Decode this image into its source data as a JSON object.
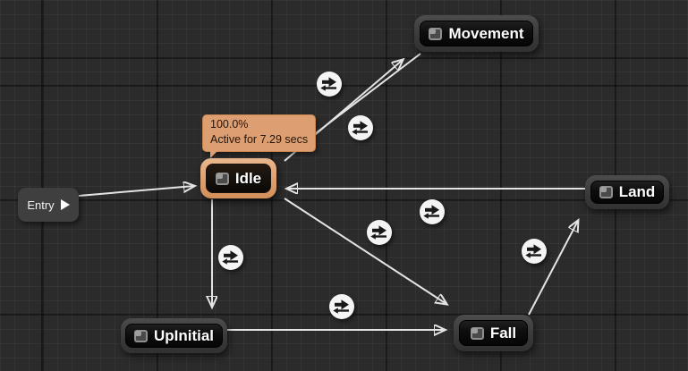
{
  "graph": {
    "entry": {
      "label": "Entry"
    },
    "states": {
      "movement": {
        "label": "Movement"
      },
      "idle": {
        "label": "Idle",
        "active": true
      },
      "land": {
        "label": "Land"
      },
      "upinitial": {
        "label": "UpInitial"
      },
      "fall": {
        "label": "Fall"
      }
    },
    "active_state_tooltip": {
      "weight": "100.0%",
      "status": "Active for 7.29 secs"
    },
    "transitions": [
      {
        "from": "Entry",
        "to": "Idle"
      },
      {
        "from": "Idle",
        "to": "Movement"
      },
      {
        "from": "Movement",
        "to": "Idle"
      },
      {
        "from": "Land",
        "to": "Idle"
      },
      {
        "from": "Idle",
        "to": "UpInitial"
      },
      {
        "from": "Idle",
        "to": "Fall"
      },
      {
        "from": "UpInitial",
        "to": "Fall"
      },
      {
        "from": "Fall",
        "to": "Land"
      }
    ]
  },
  "colors": {
    "background": "#2b2b2b",
    "grid_minor": "#343434",
    "grid_major": "#1c1c1c",
    "wire": "#e4e4e4",
    "node_body": "#3a3a3a",
    "node_inner": "#0d0d0d",
    "active_highlight": "#dd9e6f",
    "tooltip_background": "#dd9e72",
    "tooltip_text": "#24150a"
  }
}
